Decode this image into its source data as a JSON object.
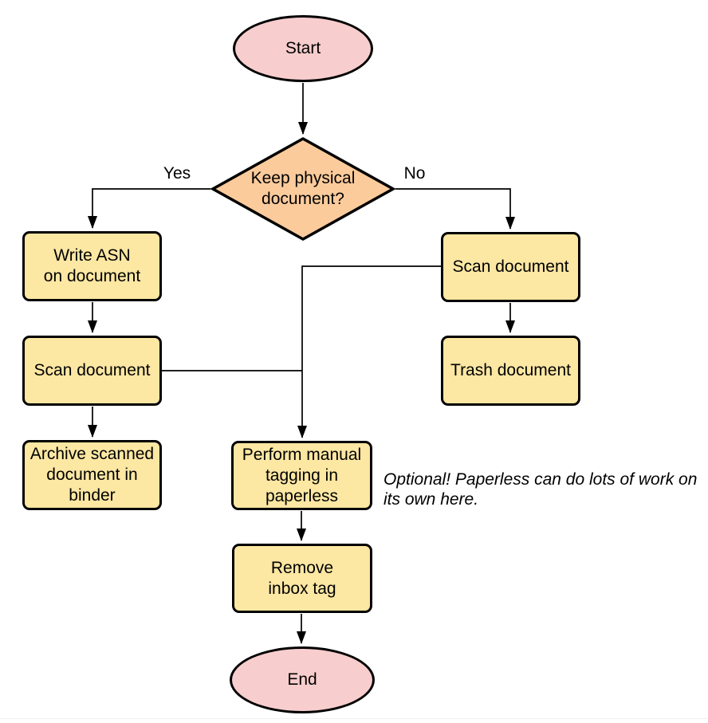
{
  "colors": {
    "terminal_fill": "#F8CDCD",
    "decision_fill": "#FCCB9C",
    "process_fill": "#FCE7A3",
    "stroke": "#000000",
    "note_color": "#000000"
  },
  "nodes": {
    "start": {
      "type": "terminal",
      "label": "Start"
    },
    "decision": {
      "type": "decision",
      "label": "Keep physical\ndocument?"
    },
    "write_asn": {
      "type": "process",
      "label": "Write ASN\non document"
    },
    "scan_left": {
      "type": "process",
      "label": "Scan document"
    },
    "archive": {
      "type": "process",
      "label": "Archive scanned\ndocument in\nbinder"
    },
    "scan_right": {
      "type": "process",
      "label": "Scan document"
    },
    "trash": {
      "type": "process",
      "label": "Trash document"
    },
    "tagging": {
      "type": "process",
      "label": "Perform manual\ntagging in\npaperless"
    },
    "remove_inbox": {
      "type": "process",
      "label": "Remove\ninbox tag"
    },
    "end": {
      "type": "terminal",
      "label": "End"
    }
  },
  "edge_labels": {
    "yes": "Yes",
    "no": "No"
  },
  "note": {
    "text": "Optional! Paperless can do lots of work on\nits own here."
  }
}
